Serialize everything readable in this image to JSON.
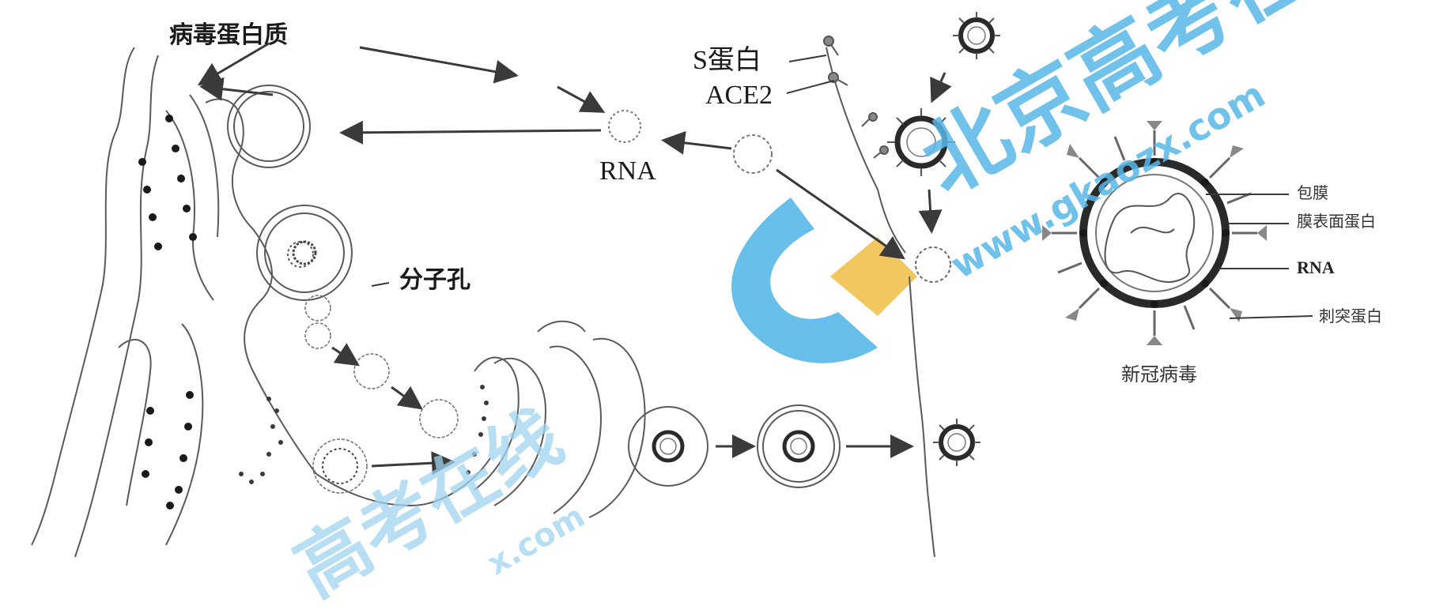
{
  "labels": {
    "viral_protein": "病毒蛋白质",
    "s_protein": "S蛋白",
    "ace2": "ACE2",
    "rna_center": "RNA",
    "molecular_pore": "分子孔"
  },
  "virion_legend": {
    "envelope": "包膜",
    "membrane_protein": "膜表面蛋白",
    "rna": "RNA",
    "spike_protein": "刺突蛋白",
    "caption": "新冠病毒"
  },
  "watermark": {
    "main_text": "北京高考在线",
    "url_text": "www.gkaozx.com",
    "bottom_text": "高考在线",
    "bottom_url": "x.com",
    "colors": {
      "blue": "#58b8e8",
      "orange": "#f2c14e",
      "faint_blue": "#9fd3ef"
    }
  },
  "colors": {
    "ink": "#3a3a3a",
    "background": "#ffffff"
  }
}
